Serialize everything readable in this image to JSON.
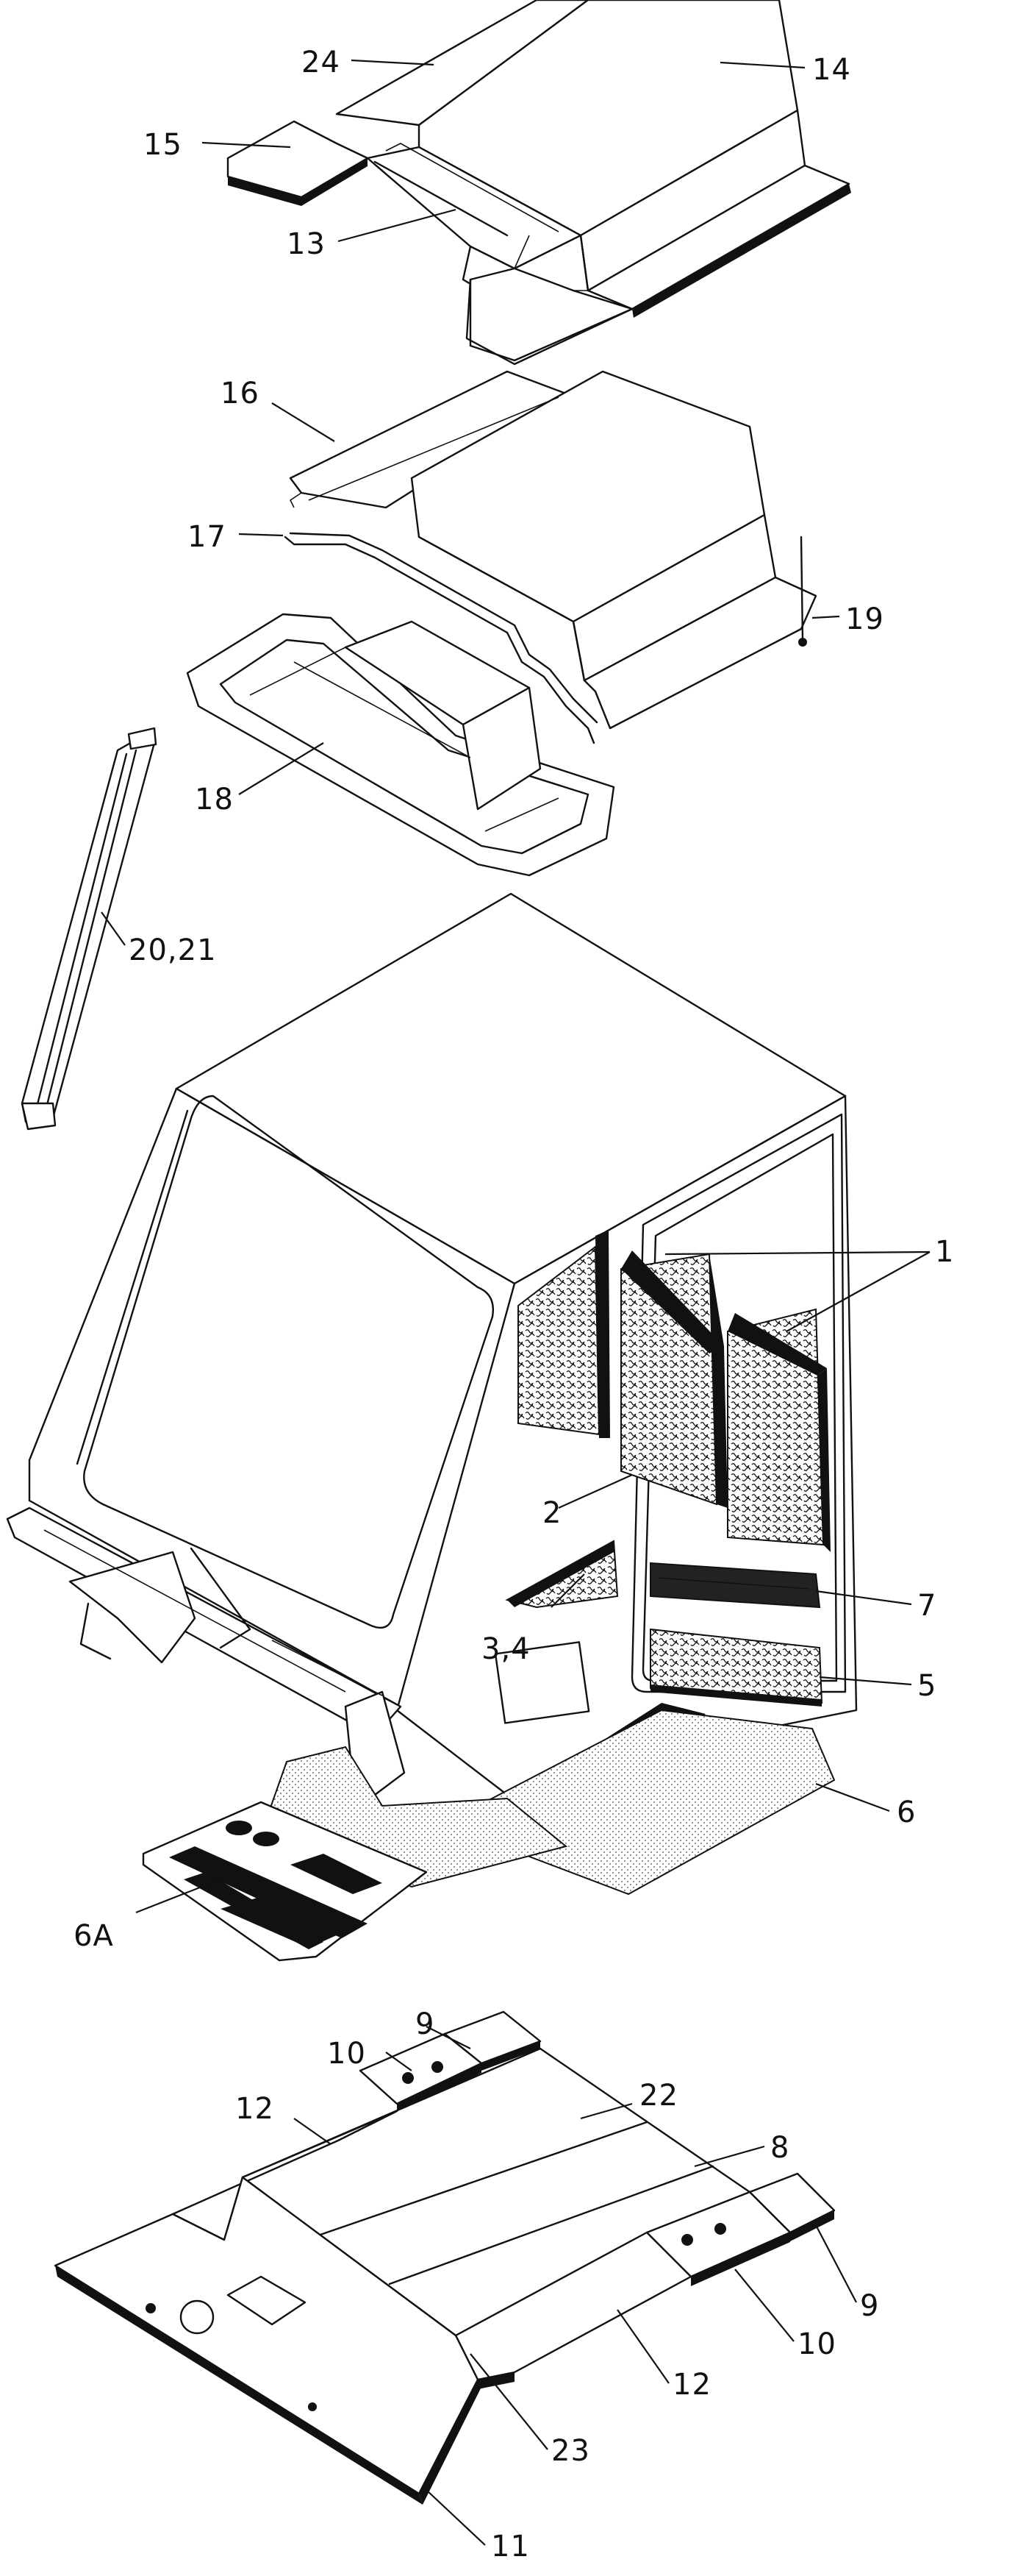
{
  "diagram": {
    "type": "exploded-view parts diagram",
    "colors": {
      "line": "#111111",
      "background": "#ffffff"
    },
    "callouts": [
      {
        "id": "c24",
        "label": "24"
      },
      {
        "id": "c14",
        "label": "14"
      },
      {
        "id": "c15",
        "label": "15"
      },
      {
        "id": "c13",
        "label": "13"
      },
      {
        "id": "c16",
        "label": "16"
      },
      {
        "id": "c17",
        "label": "17"
      },
      {
        "id": "c19",
        "label": "19"
      },
      {
        "id": "c18",
        "label": "18"
      },
      {
        "id": "c20_21",
        "label": "20,21"
      },
      {
        "id": "c1",
        "label": "1"
      },
      {
        "id": "c2",
        "label": "2"
      },
      {
        "id": "c3_4",
        "label": "3,4"
      },
      {
        "id": "c7",
        "label": "7"
      },
      {
        "id": "c5",
        "label": "5"
      },
      {
        "id": "c6",
        "label": "6"
      },
      {
        "id": "c6A",
        "label": "6A"
      },
      {
        "id": "c9a",
        "label": "9"
      },
      {
        "id": "c10a",
        "label": "10"
      },
      {
        "id": "c22",
        "label": "22"
      },
      {
        "id": "c12a",
        "label": "12"
      },
      {
        "id": "c8",
        "label": "8"
      },
      {
        "id": "c9b",
        "label": "9"
      },
      {
        "id": "c10b",
        "label": "10"
      },
      {
        "id": "c12b",
        "label": "12"
      },
      {
        "id": "c23",
        "label": "23"
      },
      {
        "id": "c11",
        "label": "11"
      }
    ]
  }
}
